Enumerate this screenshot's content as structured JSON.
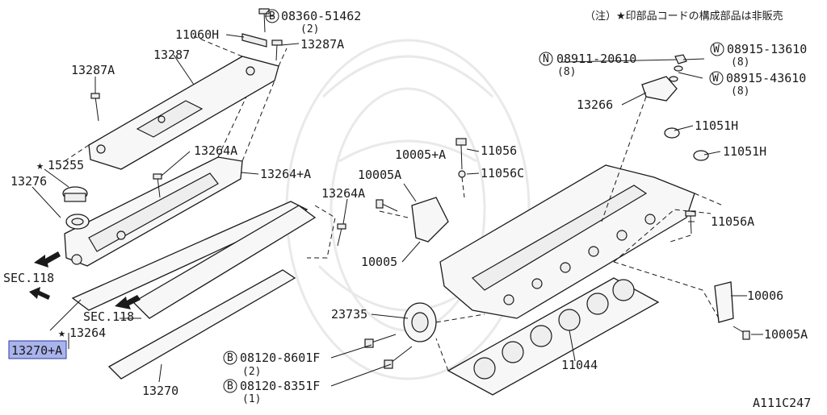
{
  "diagram": {
    "note": "（注）★印部品コードの構成部品は非販売",
    "drawing_code": "A111C247",
    "highlighted_part": "13270+A",
    "labels": {
      "p_08360_51462": "08360-51462",
      "q_08360_51462": "(2)",
      "p_11060H": "11060H",
      "p_13287A_top": "13287A",
      "p_13287A_left": "13287A",
      "p_13287": "13287",
      "p_15255": "15255",
      "p_13276": "13276",
      "p_13264A_top": "13264A",
      "p_13264pA": "13264+A",
      "p_13264A_mid": "13264A",
      "p_sec118_a": "SEC.118",
      "p_sec118_b": "SEC.118",
      "p_13264": "13264",
      "p_13270pA": "13270+A",
      "p_13270": "13270",
      "p_08911_20610": "08911-20610",
      "q_08911_20610": "(8)",
      "p_08915_13610": "08915-13610",
      "q_08915_13610": "(8)",
      "p_08915_43610": "08915-43610",
      "q_08915_43610": "(8)",
      "p_13266": "13266",
      "p_11051H_a": "11051H",
      "p_11051H_b": "11051H",
      "p_10005pA": "10005+A",
      "p_11056": "11056",
      "p_10005A_top": "10005A",
      "p_11056C": "11056C",
      "p_10005": "10005",
      "p_11056A": "11056A",
      "p_23735": "23735",
      "p_10006": "10006",
      "p_10005A_bottom": "10005A",
      "p_08120_8601F": "08120-8601F",
      "q_08120_8601F": "(2)",
      "p_08120_8351F": "08120-8351F",
      "q_08120_8351F": "(1)",
      "p_11044": "11044"
    },
    "markers": {
      "circle_b": "B",
      "circle_n": "N",
      "circle_w": "W",
      "star": "★"
    }
  }
}
